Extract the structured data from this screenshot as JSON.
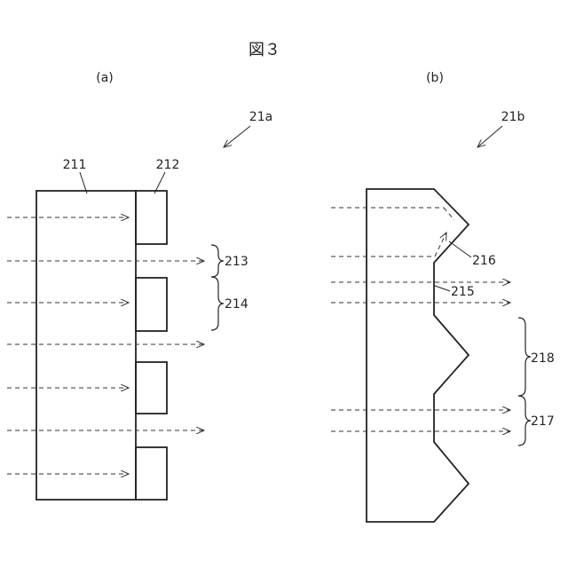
{
  "figure": {
    "title": "図３",
    "panel_a_label": "(a)",
    "panel_b_label": "(b)"
  },
  "labels": {
    "a_ref": "21a",
    "a_base": "211",
    "a_ridge": "212",
    "a_group1": "213",
    "a_group2": "214",
    "b_ref": "21b",
    "b_facet": "216",
    "b_flat": "215",
    "b_group1": "218",
    "b_group2": "217"
  }
}
